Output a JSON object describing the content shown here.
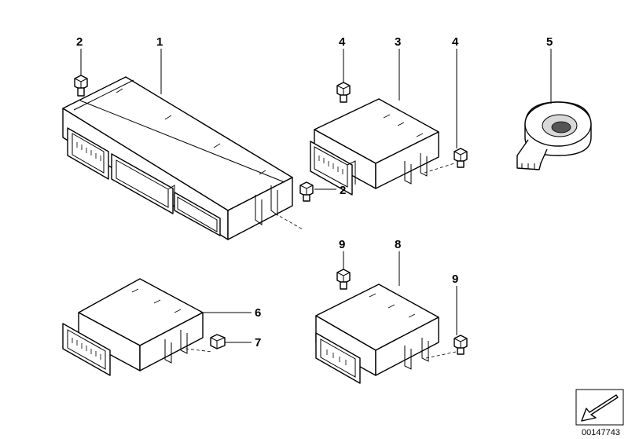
{
  "callouts": {
    "c1": "1",
    "c2_top": "2",
    "c2_right": "2",
    "c3": "3",
    "c4_left": "4",
    "c4_right": "4",
    "c5": "5",
    "c6": "6",
    "c7": "7",
    "c8": "8",
    "c9_left": "9",
    "c9_right": "9"
  },
  "footer": {
    "document_number": "00147743",
    "orientation_icon": "arrow-icon"
  },
  "colors": {
    "line": "#000000",
    "background": "#ffffff"
  }
}
